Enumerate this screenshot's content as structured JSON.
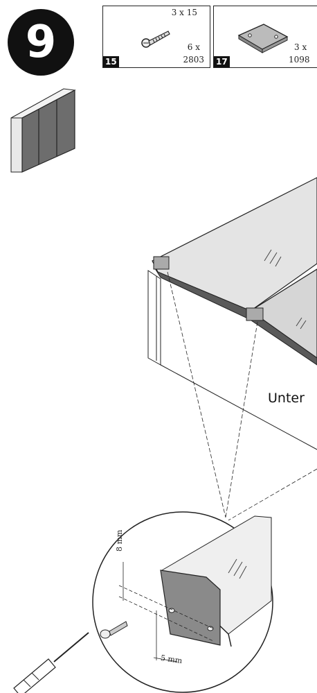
{
  "step": {
    "number": "9"
  },
  "parts": [
    {
      "id": "15",
      "size": "3 x 15",
      "qty": "6 x",
      "code": "2803"
    },
    {
      "id": "17",
      "qty": "3 x",
      "code": "1098"
    }
  ],
  "labels": {
    "unter": "Unter"
  },
  "detail": {
    "dim_vertical": "8 mm",
    "dim_horizontal": "5 mm"
  }
}
